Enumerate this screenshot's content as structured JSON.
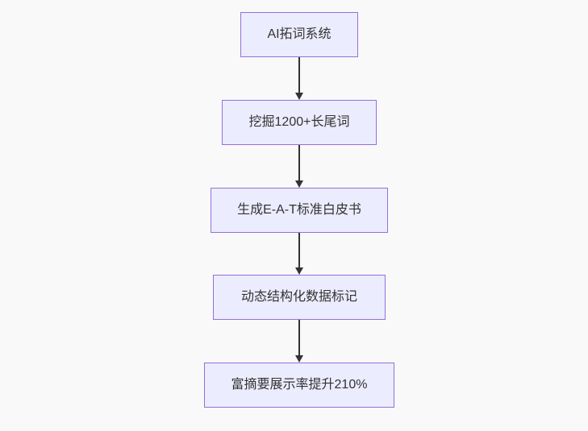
{
  "page": {
    "background_color": "#f9f9f9"
  },
  "flowchart": {
    "type": "flowchart",
    "direction": "top-down",
    "node_fill_color": "#ECECFF",
    "node_border_color": "#9370DB",
    "edge_color": "#333333",
    "text_color": "#333333",
    "nodes": [
      {
        "id": "A",
        "label": "AI拓词系统"
      },
      {
        "id": "B",
        "label": "挖掘1200+长尾词"
      },
      {
        "id": "C",
        "label": "生成E-A-T标准白皮书"
      },
      {
        "id": "D",
        "label": "动态结构化数据标记"
      },
      {
        "id": "E",
        "label": "富摘要展示率提升210%"
      }
    ],
    "edges": [
      {
        "from": "A",
        "to": "B"
      },
      {
        "from": "B",
        "to": "C"
      },
      {
        "from": "C",
        "to": "D"
      },
      {
        "from": "D",
        "to": "E"
      }
    ]
  }
}
